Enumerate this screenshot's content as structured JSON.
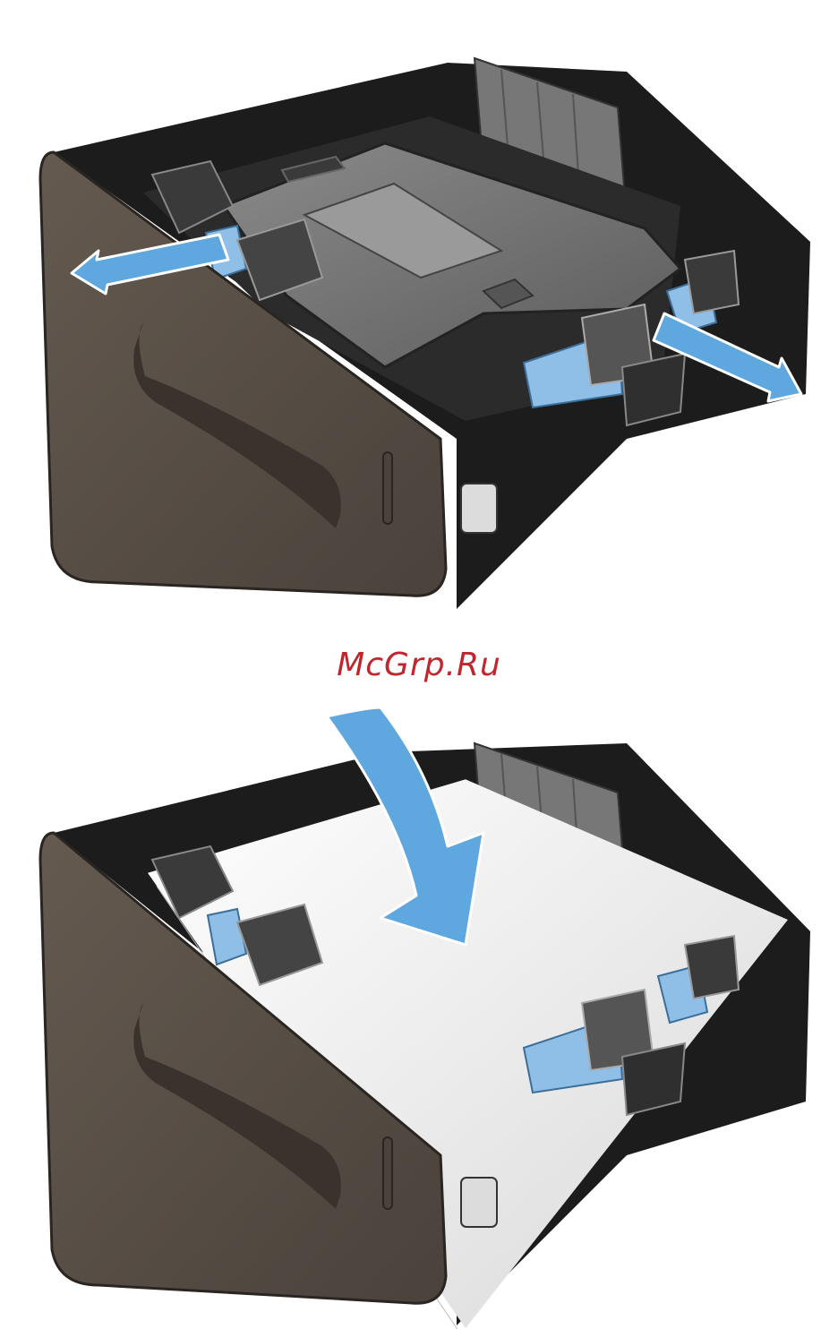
{
  "watermark": {
    "text": "McGrp.Ru"
  },
  "colors": {
    "tray_black": "#1c1c1c",
    "tray_dark": "#2b2b2b",
    "front_panel": "#5a5047",
    "front_panel_dark": "#3f3832",
    "plate_gray": "#6f6f6f",
    "guide_blue": "#8fbfe6",
    "arrow_blue": "#5ea7df",
    "paper": "#ececec",
    "watermark": "#c0262d"
  },
  "figures": [
    {
      "step": "adjust-guides",
      "arrows": [
        "left-outward-arrow",
        "right-outward-arrow"
      ]
    },
    {
      "step": "load-paper",
      "arrows": [
        "down-curved-arrow"
      ]
    }
  ]
}
